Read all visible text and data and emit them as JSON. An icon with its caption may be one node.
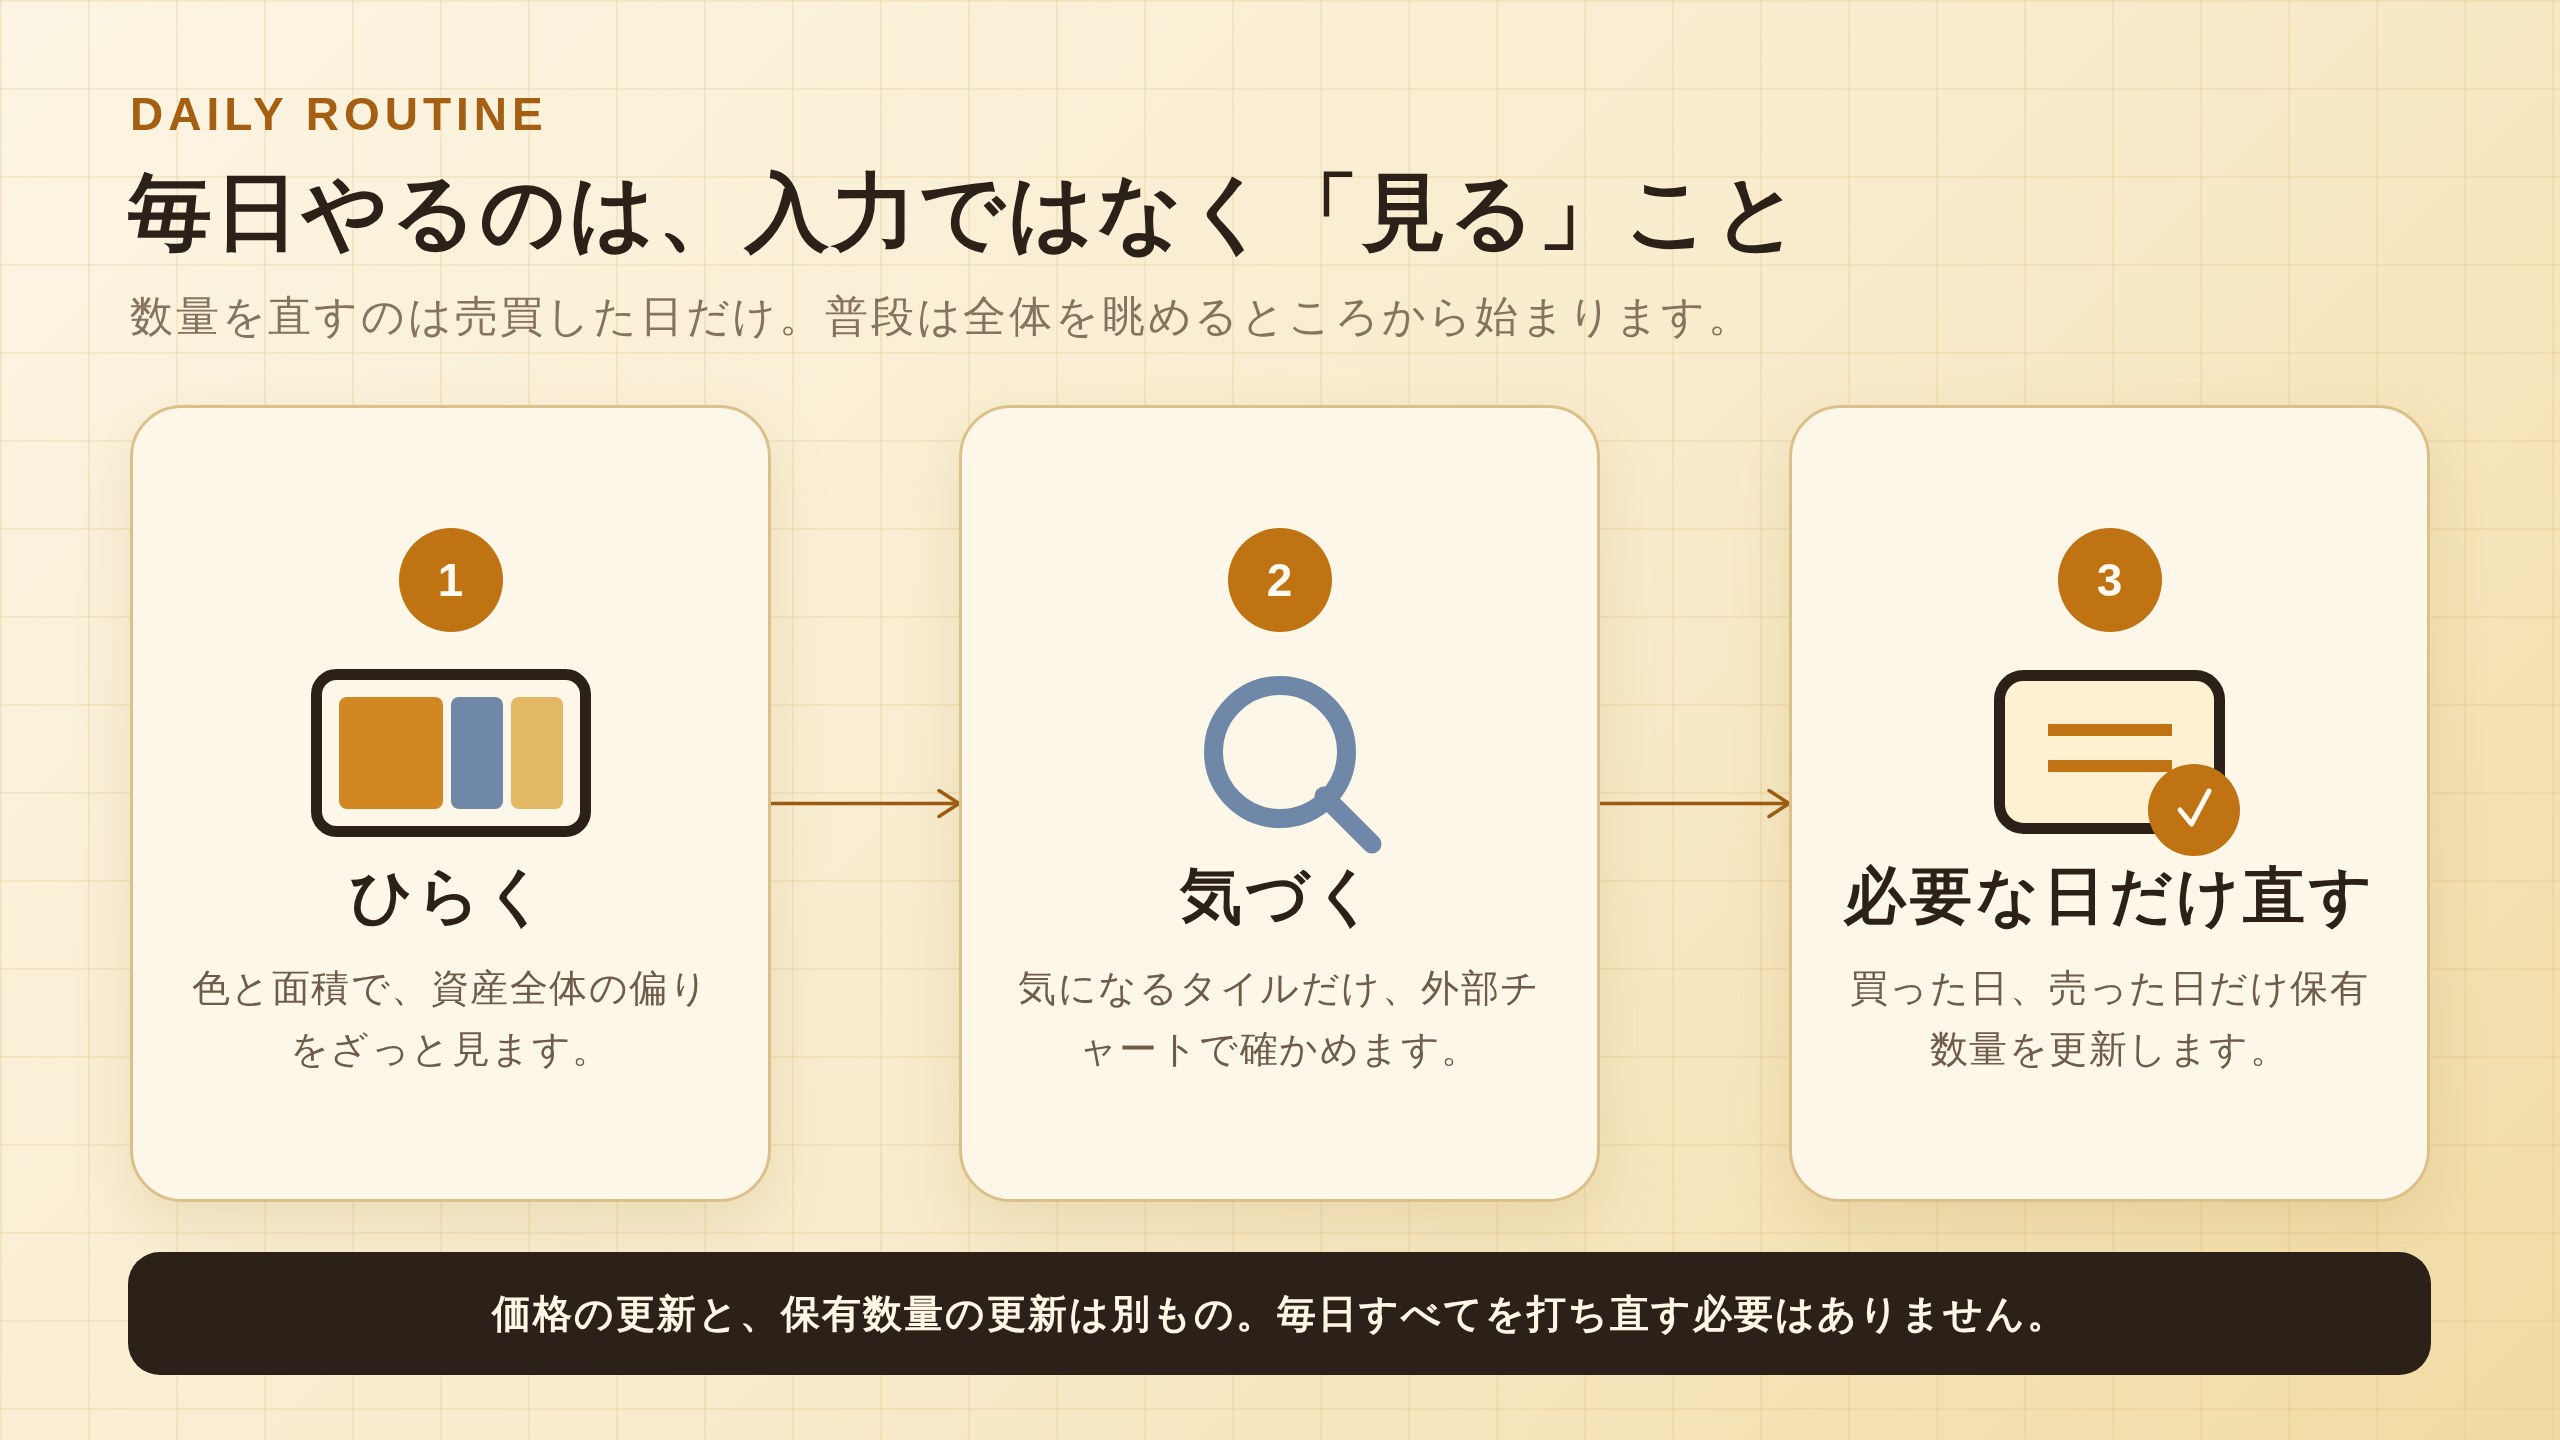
{
  "diagram": {
    "title": "毎日やるのは、入力ではなく「見る」こと",
    "nodes": [
      {
        "text": [
          "ひらく",
          "色と面積で、資産全体の偏りをざっと見ます。"
        ]
      },
      {
        "text": [
          "1"
        ],
        "in": 0
      },
      {
        "text": [
          "気づく",
          "気になるタイルだけ、外部チャートで確かめます。"
        ]
      },
      {
        "text": [
          "2"
        ],
        "in": 2
      },
      {
        "text": [
          "必要な日だけ直す",
          "買った日、売った日だけ保有数量を更新します。"
        ]
      },
      {
        "text": [
          "3"
        ],
        "in": 4
      },
      {
        "text": [
          "価格の更新と、保有数量の更新は別もの。毎日すべてを打ち直す必要はありません。"
        ]
      }
    ],
    "edges": [
      {
        "from": 0,
        "to": 2,
        "arrow": "to"
      },
      {
        "from": 2,
        "to": 4,
        "arrow": "to"
      }
    ],
    "labels": [
      "DAILY ROUTINE",
      "数量を直すのは売買した日だけ。普段は全体を眺めるところから始まります。"
    ]
  }
}
